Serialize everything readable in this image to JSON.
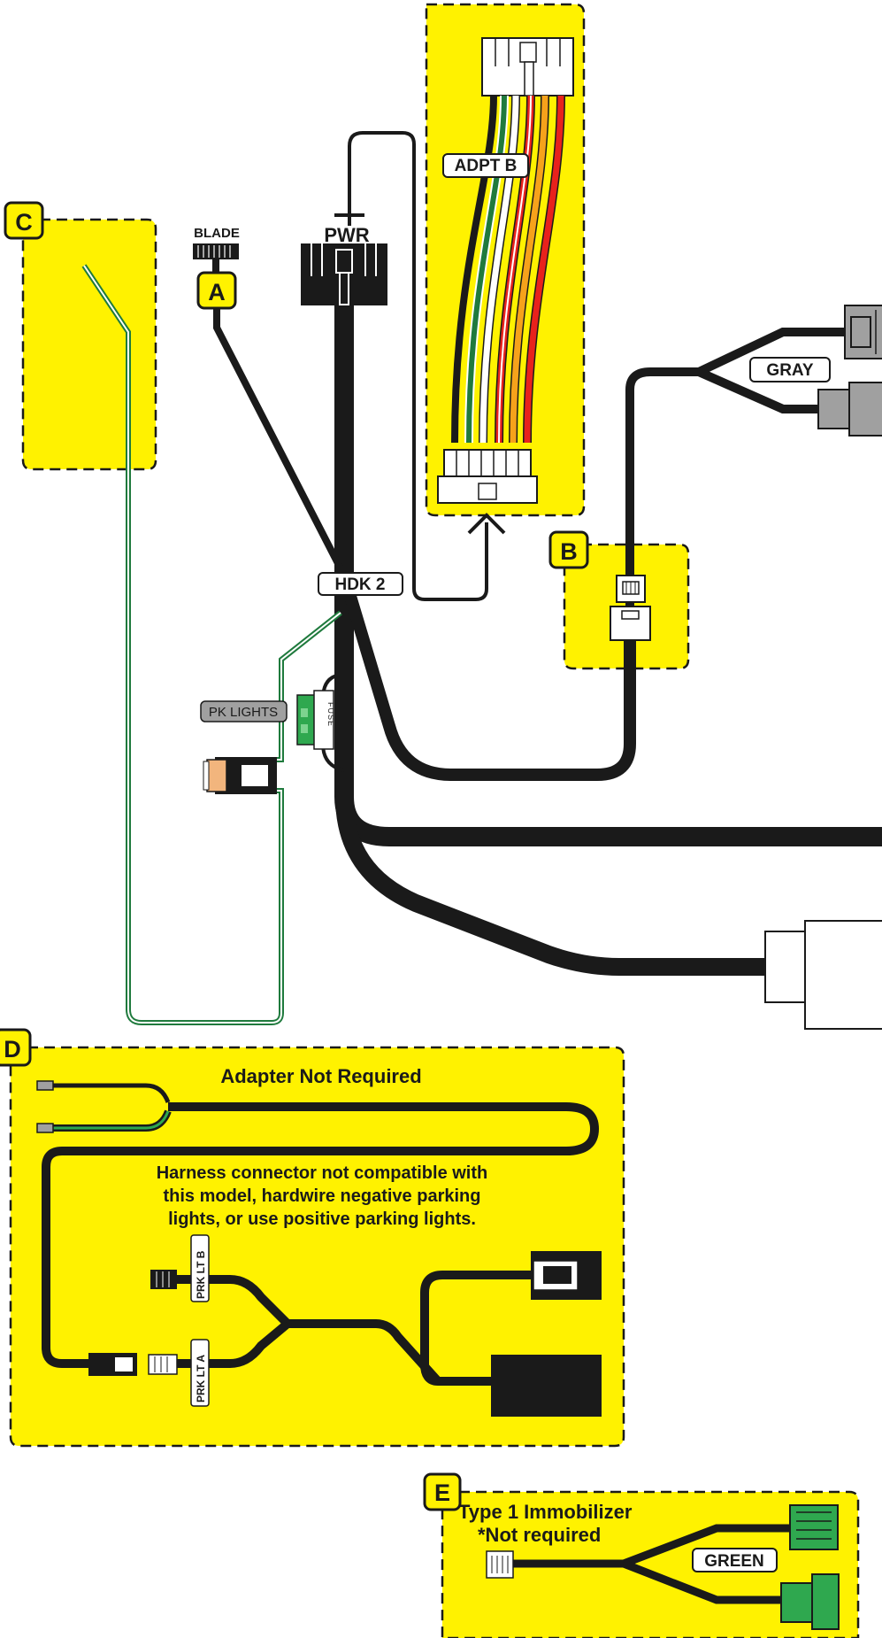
{
  "colors": {
    "panel_yellow": "#fff200",
    "harness_black": "#1a1a1a",
    "connector_gray": "#a0a0a0",
    "wire_green": "#1f7a3d",
    "wire_red": "#e8221c",
    "wire_orange": "#f6a21b",
    "connector_green": "#2fa84f"
  },
  "panels": {
    "a": {
      "letter": "A"
    },
    "b": {
      "letter": "B"
    },
    "c": {
      "letter": "C"
    },
    "d": {
      "letter": "D",
      "title": "Adapter Not Required",
      "note": [
        "Harness connector not compatible with",
        "this model, hardwire negative parking",
        "lights, or use positive parking lights."
      ]
    },
    "e": {
      "letter": "E",
      "title": "Type 1 Immobilizer",
      "subtitle": "*Not required"
    }
  },
  "labels": {
    "blade": "BLADE",
    "pwr": "PWR",
    "adpt_b": "ADPT B",
    "gray": "GRAY",
    "hdk2": "HDK 2",
    "pk_lights": "PK LIGHTS",
    "fuse": "FUSE",
    "prk_lt_b": "PRK LT B",
    "prk_lt_a": "PRK LT A",
    "green": "GREEN"
  }
}
